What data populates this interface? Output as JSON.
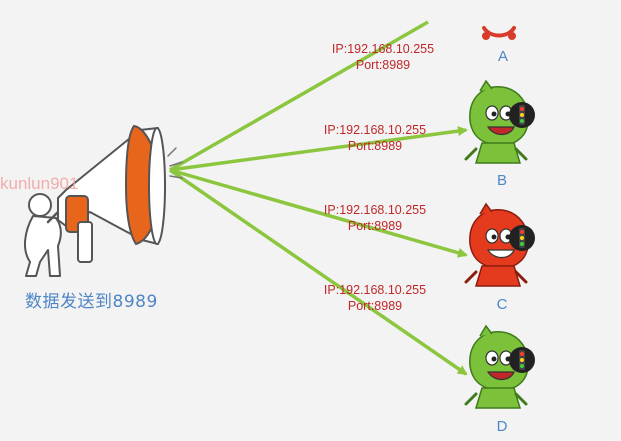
{
  "watermark": "kunlun901",
  "caption": "数据发送到8989",
  "receivers": [
    {
      "letter": "A",
      "ip": "IP:192.168.10.255",
      "port": "Port:8989",
      "color": "#d93b2b"
    },
    {
      "letter": "B",
      "ip": "IP:192.168.10.255",
      "port": "Port:8989",
      "color": "#7bc23a"
    },
    {
      "letter": "C",
      "ip": "IP:192.168.10.255",
      "port": "Port:8989",
      "color": "#e43b1f"
    },
    {
      "letter": "D",
      "ip": "IP:192.168.10.255",
      "port": "Port:8989",
      "color": "#7bc23a"
    }
  ],
  "colors": {
    "arrow": "#8cc63f",
    "label_text": "#c0282a",
    "caption": "#4f86c6",
    "megaphone_orange": "#e8651c"
  }
}
